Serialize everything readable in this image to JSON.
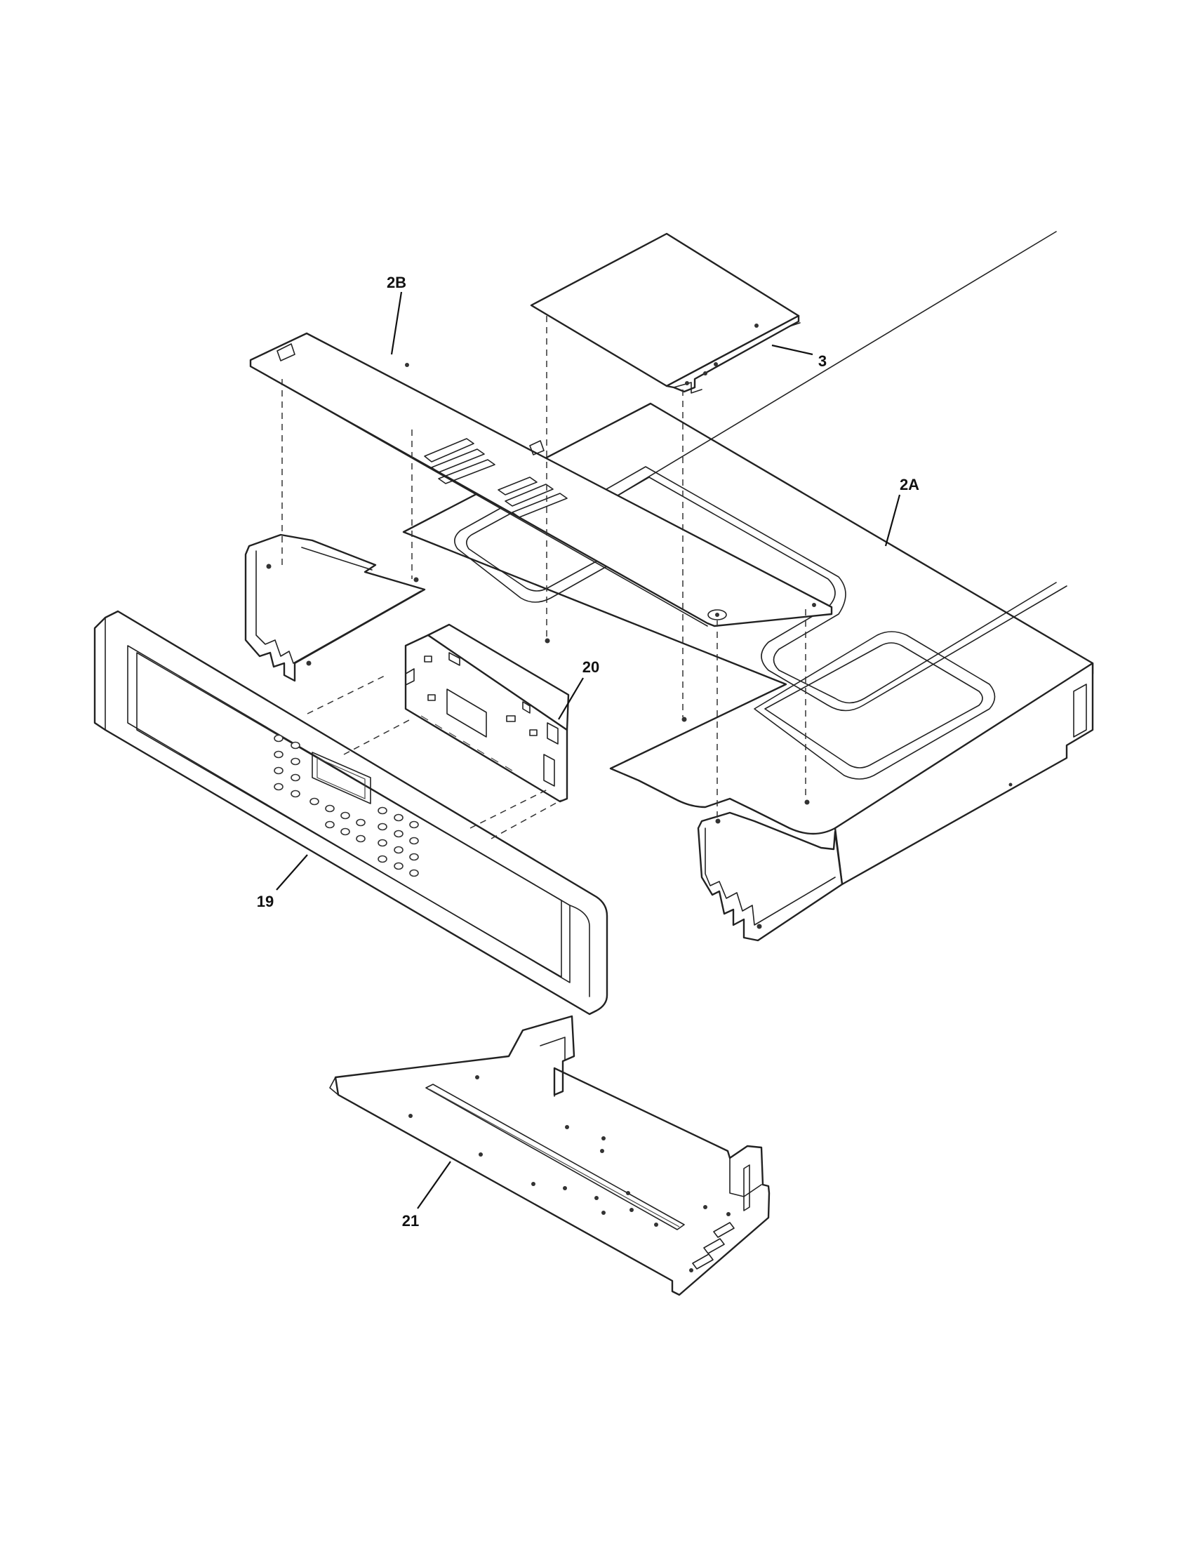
{
  "callouts": {
    "c2B": "2B",
    "c3": "3",
    "c2A": "2A",
    "c20": "20",
    "c19": "19",
    "c21": "21"
  }
}
